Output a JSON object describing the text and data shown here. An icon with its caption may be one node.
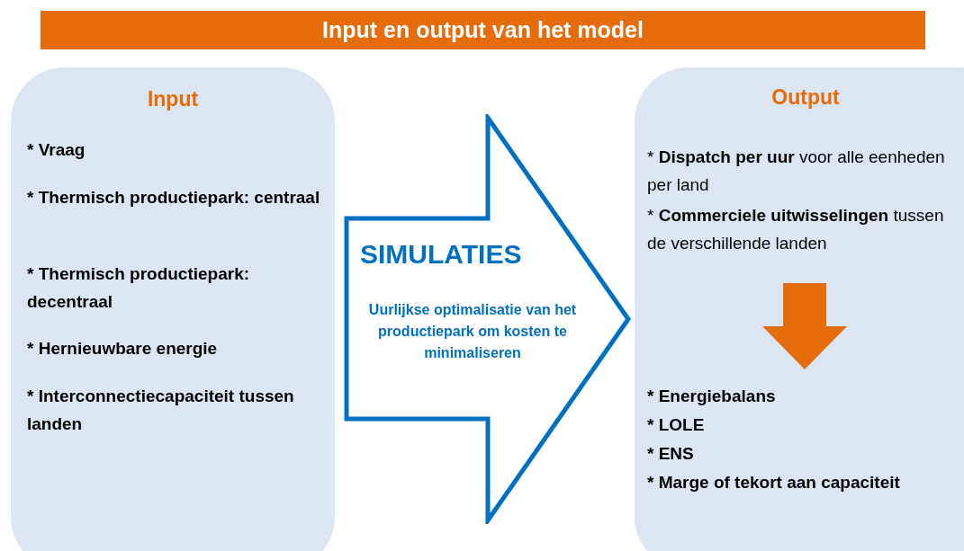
{
  "diagram": {
    "title": "Input en output van het model",
    "nodes": [
      {
        "text": [
          "Input",
          "* Vraag",
          "* Thermisch productiepark: centraal",
          "* Thermisch productiepark: decentraal",
          "* Hernieuwbare energie",
          "* Interconnectiecapaciteit tussen landen"
        ]
      },
      {
        "text": [
          "SIMULATIES",
          "Uurlijkse optimalisatie van het productiepark om kosten te minimaliseren"
        ]
      },
      {
        "text": [
          "Output",
          "* **Dispatch per uur** voor alle eenheden per land",
          "* **Commerciele uitwisselingen** tussen de verschillende landen",
          "* Energiebalans",
          "* LOLE",
          "* ENS",
          "* Marge of tekort aan capaciteit"
        ]
      }
    ],
    "edges": []
  }
}
